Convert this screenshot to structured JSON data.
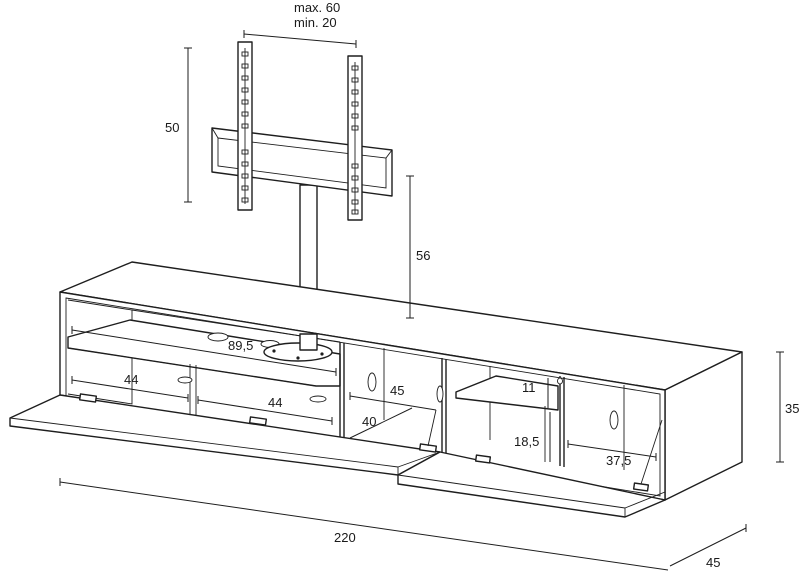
{
  "dimensions": {
    "bracket_max": "max. 60",
    "bracket_min": "min. 20",
    "mount_height": "50",
    "pole_height": "56",
    "shelf_width": "89,5",
    "left_comp_width_1": "44",
    "left_comp_width_2": "44",
    "middle_comp_width": "45",
    "middle_comp_depth": "40",
    "right_shelf_height": "11",
    "right_comp_height": "18,5",
    "right_comp_width": "37,5",
    "total_width": "220",
    "total_height": "35",
    "total_depth": "45"
  }
}
